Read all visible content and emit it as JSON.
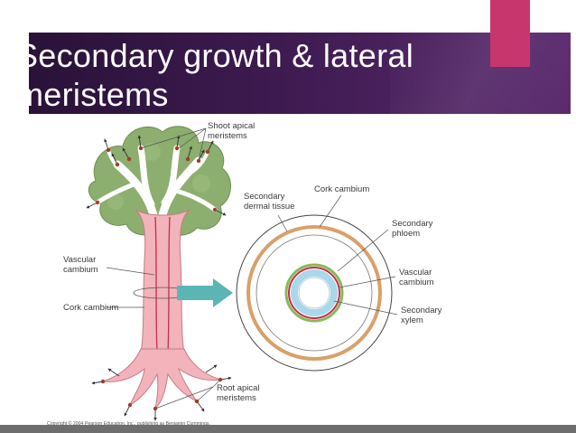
{
  "slide": {
    "title": "Secondary growth & lateral meristems",
    "colors": {
      "banner": "#3d1a50",
      "accent_tab": "#c8366e",
      "canopy": "#8cae6e",
      "trunk": "#f2b3bb",
      "vascular_cambium": "#c0304a",
      "cork_cambium_ring": "#d9a06a",
      "secondary_phloem": "#8ab85a",
      "secondary_xylem": "#a8d8ea",
      "arrow": "#5cb5b5"
    }
  },
  "figure": {
    "tree_labels": {
      "shoot_apical": [
        "Shoot apical",
        "meristems"
      ],
      "vascular_cambium": [
        "Vascular",
        "cambium"
      ],
      "cork_cambium": "Cork cambium",
      "root_apical": [
        "Root apical",
        "meristems"
      ]
    },
    "cross_section_labels": {
      "cork_cambium": "Cork cambium",
      "secondary_dermal": [
        "Secondary",
        "dermal tissue"
      ],
      "secondary_phloem": [
        "Secondary",
        "phloem"
      ],
      "vascular_cambium": [
        "Vascular",
        "cambium"
      ],
      "secondary_xylem": [
        "Secondary",
        "xylem"
      ]
    },
    "copyright": "Copyright © 2004 Pearson Education, Inc., publishing as Benjamin Cummings."
  }
}
